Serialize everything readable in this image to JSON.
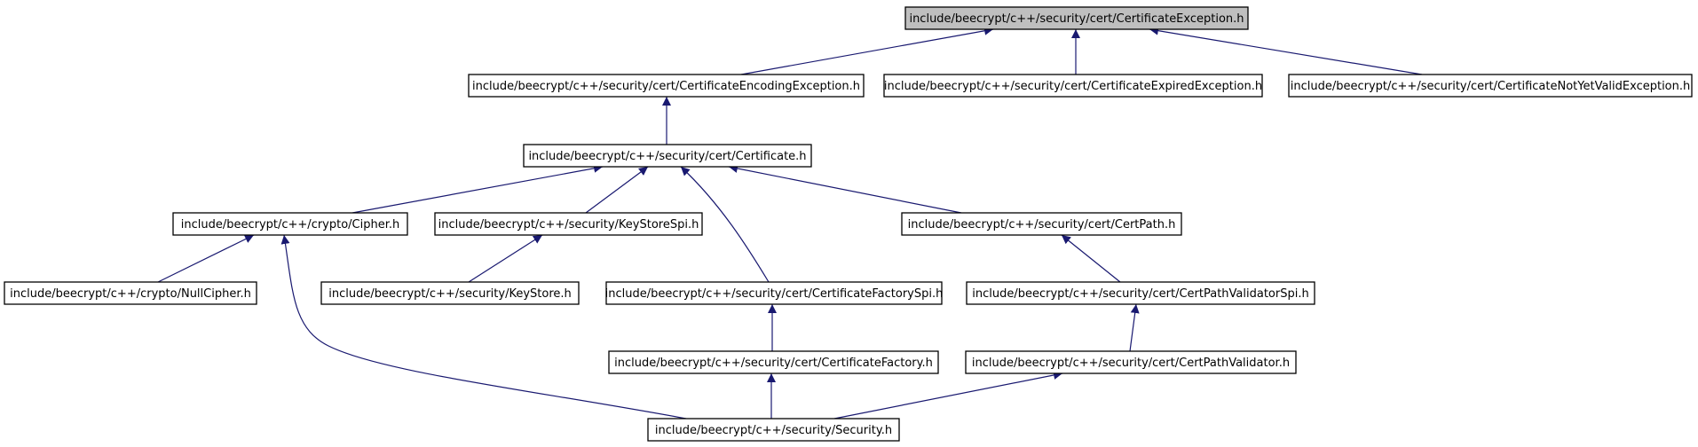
{
  "colors": {
    "edge": "#191970",
    "root_fill": "#bfbfbf",
    "node_fill": "#ffffff",
    "border": "#000000"
  },
  "nodes": [
    {
      "id": "certexc",
      "label": "include/beecrypt/c++/security/cert/CertificateException.h",
      "root": true
    },
    {
      "id": "certenc",
      "label": "include/beecrypt/c++/security/cert/CertificateEncodingException.h"
    },
    {
      "id": "certexp",
      "label": "include/beecrypt/c++/security/cert/CertificateExpiredException.h"
    },
    {
      "id": "certnyv",
      "label": "include/beecrypt/c++/security/cert/CertificateNotYetValidException.h"
    },
    {
      "id": "cert",
      "label": "include/beecrypt/c++/security/cert/Certificate.h"
    },
    {
      "id": "cipher",
      "label": "include/beecrypt/c++/crypto/Cipher.h"
    },
    {
      "id": "keystorespi",
      "label": "include/beecrypt/c++/security/KeyStoreSpi.h"
    },
    {
      "id": "certpath",
      "label": "include/beecrypt/c++/security/cert/CertPath.h"
    },
    {
      "id": "nullcipher",
      "label": "include/beecrypt/c++/crypto/NullCipher.h"
    },
    {
      "id": "keystore",
      "label": "include/beecrypt/c++/security/KeyStore.h"
    },
    {
      "id": "certfactspi",
      "label": "include/beecrypt/c++/security/cert/CertificateFactorySpi.h"
    },
    {
      "id": "certpathvalspi",
      "label": "include/beecrypt/c++/security/cert/CertPathValidatorSpi.h"
    },
    {
      "id": "certfact",
      "label": "include/beecrypt/c++/security/cert/CertificateFactory.h"
    },
    {
      "id": "certpathval",
      "label": "include/beecrypt/c++/security/cert/CertPathValidator.h"
    },
    {
      "id": "security",
      "label": "include/beecrypt/c++/security/Security.h"
    }
  ],
  "edges": [
    {
      "from": "certenc",
      "to": "certexc"
    },
    {
      "from": "certexp",
      "to": "certexc"
    },
    {
      "from": "certnyv",
      "to": "certexc"
    },
    {
      "from": "cert",
      "to": "certenc"
    },
    {
      "from": "cipher",
      "to": "cert"
    },
    {
      "from": "keystorespi",
      "to": "cert"
    },
    {
      "from": "certfactspi",
      "to": "cert"
    },
    {
      "from": "certpath",
      "to": "cert"
    },
    {
      "from": "nullcipher",
      "to": "cipher"
    },
    {
      "from": "security",
      "to": "cipher"
    },
    {
      "from": "keystore",
      "to": "keystorespi"
    },
    {
      "from": "certfact",
      "to": "certfactspi"
    },
    {
      "from": "certpathvalspi",
      "to": "certpath"
    },
    {
      "from": "certpathval",
      "to": "certpathvalspi"
    },
    {
      "from": "security",
      "to": "certfact"
    },
    {
      "from": "security",
      "to": "certpathval"
    }
  ]
}
